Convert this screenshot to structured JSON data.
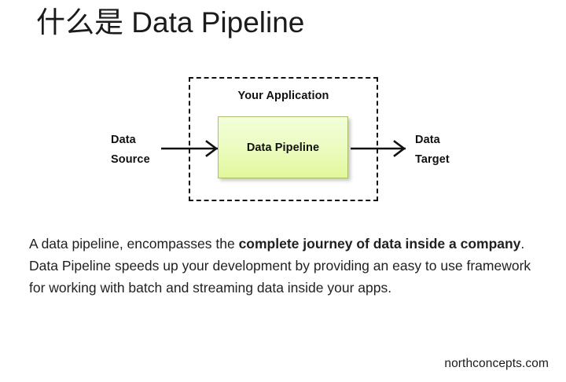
{
  "slide": {
    "title": "什么是 Data Pipeline",
    "footer": "northconcepts.com",
    "background_color": "#ffffff"
  },
  "diagram": {
    "boundary_label": "Your Application",
    "boundary_style": "dashed",
    "boundary_color": "#111111",
    "pipeline_box": {
      "label": "Data Pipeline",
      "fill_top_color": "#f2ffd9",
      "fill_bottom_color": "#e2f79b",
      "border_color": "#a9bf6a"
    },
    "source": {
      "line1": "Data",
      "line2": "Source",
      "full_label": "Data Source"
    },
    "target": {
      "line1": "Data",
      "line2": "Target",
      "full_label": "Data Target"
    },
    "arrows": [
      {
        "name": "source-to-pipeline",
        "direction": "right"
      },
      {
        "name": "pipeline-to-target",
        "direction": "right"
      }
    ]
  },
  "body": {
    "segments": [
      {
        "text": "A data pipeline, encompasses the ",
        "bold": false
      },
      {
        "text": "complete journey of data inside a company",
        "bold": true
      },
      {
        "text": ". Data Pipeline speeds up your development by providing an easy to use framework for working with batch and streaming data inside your apps.",
        "bold": false
      }
    ],
    "plain_text": "A data pipeline, encompasses the complete journey of data inside a company. Data Pipeline speeds up your development by providing an easy to use framework for working with batch and streaming data inside your apps."
  }
}
